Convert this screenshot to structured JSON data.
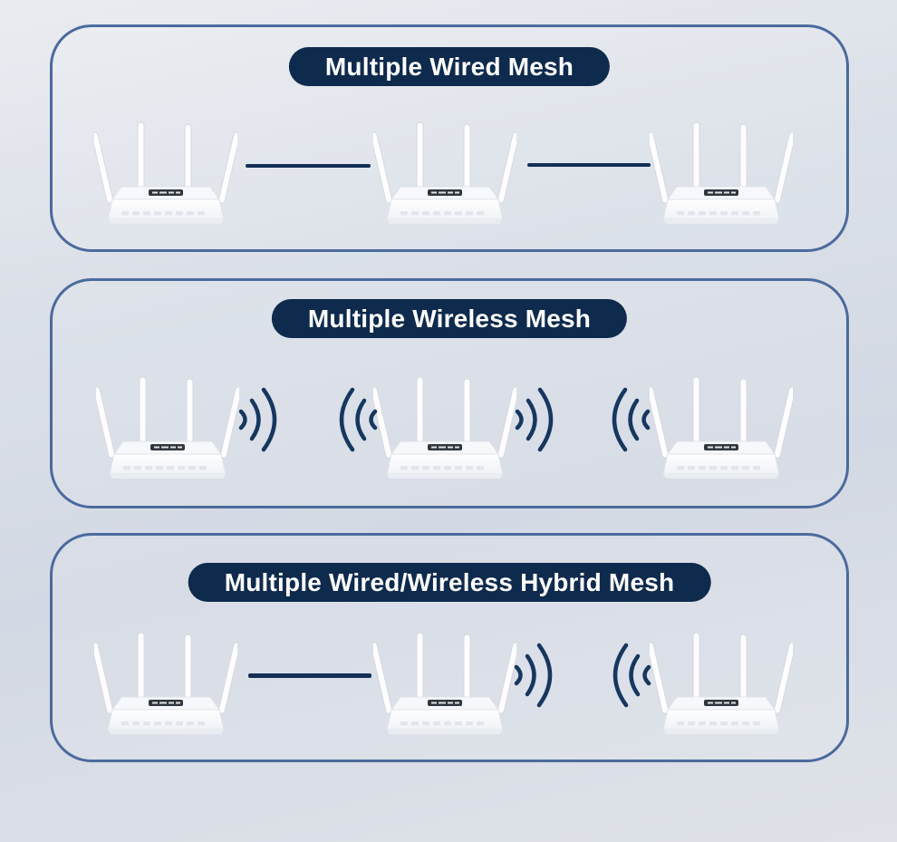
{
  "figure": {
    "description": "Mesh networking modes diagram with three labeled panels, each showing three wireless routers",
    "device_name": "router"
  },
  "colors": {
    "background": "#dde1e9",
    "panel_border": "#4b6a9d",
    "pill_background": "#0e2a4d",
    "pill_text": "#ffffff",
    "connection_line": "#142f56",
    "wifi_arc": "#16375f",
    "router_body": "#ffffff"
  },
  "panels": [
    {
      "id": "wired-mesh",
      "title": "Multiple Wired Mesh",
      "devices": [
        "router",
        "router",
        "router"
      ],
      "connections": [
        "wired",
        "wired"
      ]
    },
    {
      "id": "wireless-mesh",
      "title": "Multiple Wireless Mesh",
      "devices": [
        "router",
        "router",
        "router"
      ],
      "connections": [
        "wireless",
        "wireless"
      ]
    },
    {
      "id": "hybrid-mesh",
      "title": "Multiple Wired/Wireless Hybrid Mesh",
      "devices": [
        "router",
        "router",
        "router"
      ],
      "connections": [
        "wired",
        "wireless"
      ]
    }
  ]
}
